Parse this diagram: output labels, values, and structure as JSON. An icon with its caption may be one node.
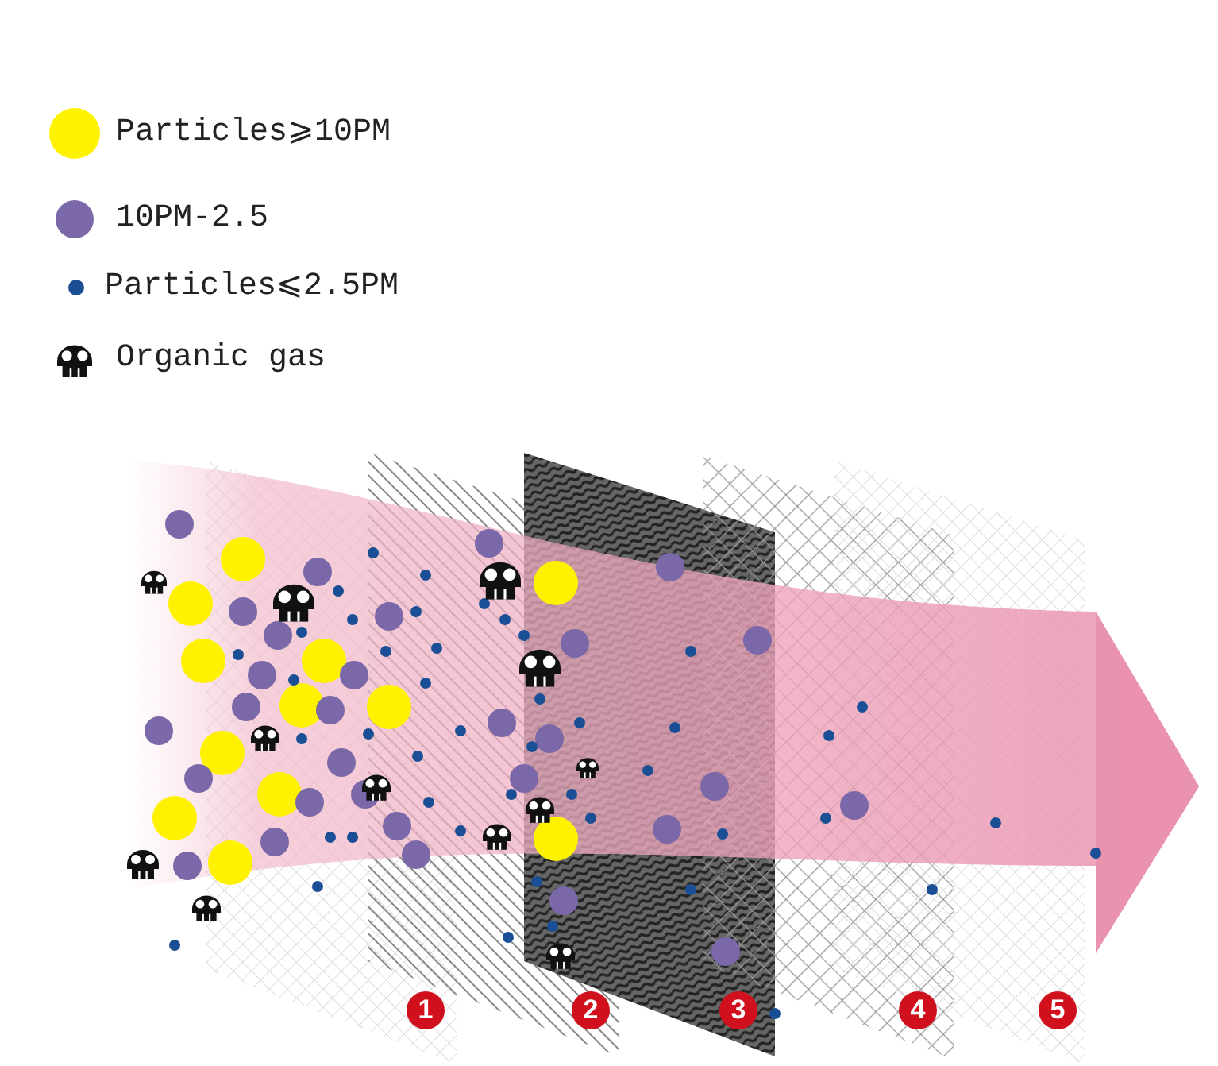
{
  "diagram": {
    "labels": [
      "1",
      "2",
      "3",
      "4",
      "5"
    ],
    "legend": [
      {
        "text": "Particles⩾10PM",
        "color": "#fff200"
      },
      {
        "text": "10PM-2.5",
        "color": "#7b68a8"
      },
      {
        "text": "Particles⩽2.5PM",
        "color": "#1a4f96"
      },
      {
        "text": "Organic gas"
      }
    ]
  }
}
